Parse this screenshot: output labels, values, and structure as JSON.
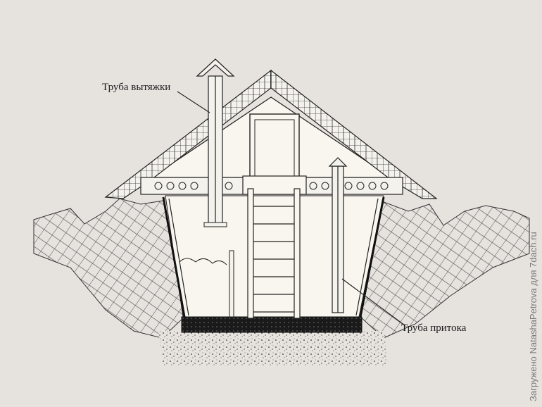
{
  "labels": {
    "exhaust_pipe": "Труба вытяжки",
    "supply_pipe": "Труба притока"
  },
  "watermark": "Загружено NatashaPetrova для 7dach.ru",
  "colors": {
    "background": "#e6e3df",
    "interior": "#f8f6ee",
    "line": "#222222",
    "floor": "#1a1a1a"
  }
}
